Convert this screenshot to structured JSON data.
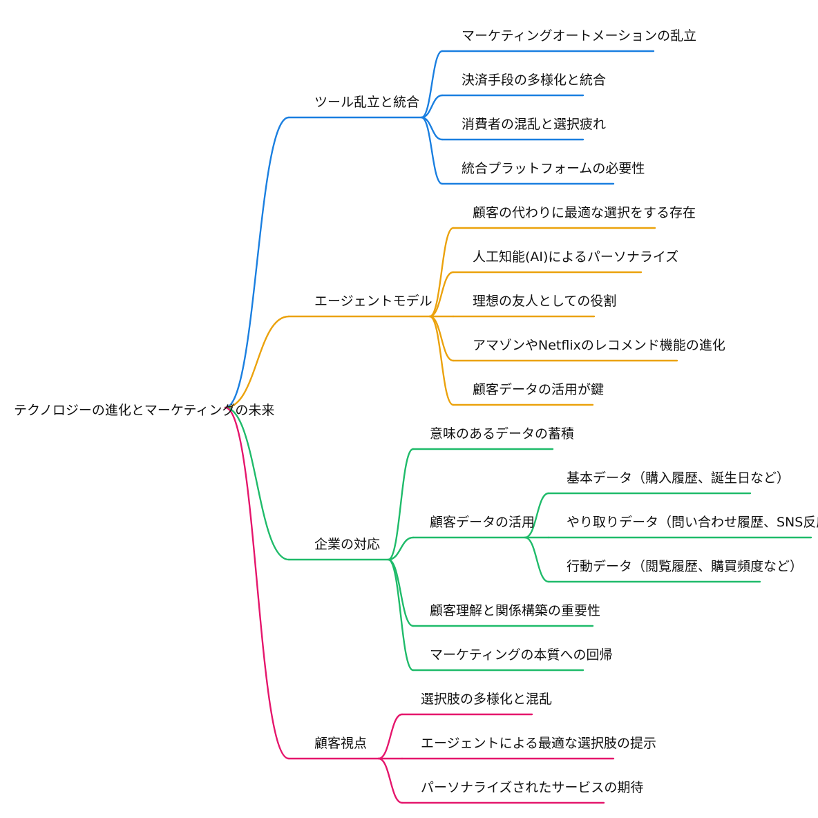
{
  "root": {
    "label": "テクノロジーの進化とマーケティングの未来"
  },
  "branches": [
    {
      "label": "ツール乱立と統合",
      "color": "#1a7fe0",
      "children": [
        {
          "label": "マーケティングオートメーションの乱立"
        },
        {
          "label": "決済手段の多様化と統合"
        },
        {
          "label": "消費者の混乱と選択疲れ"
        },
        {
          "label": "統合プラットフォームの必要性"
        }
      ]
    },
    {
      "label": "エージェントモデル",
      "color": "#eba20c",
      "children": [
        {
          "label": "顧客の代わりに最適な選択をする存在"
        },
        {
          "label": "人工知能(AI)によるパーソナライズ"
        },
        {
          "label": "理想の友人としての役割"
        },
        {
          "label": "アマゾンやNetflixのレコメンド機能の進化"
        },
        {
          "label": "顧客データの活用が鍵"
        }
      ]
    },
    {
      "label": "企業の対応",
      "color": "#1fbb6a",
      "children": [
        {
          "label": "意味のあるデータの蓄積"
        },
        {
          "label": "顧客データの活用",
          "children": [
            {
              "label": "基本データ（購入履歴、誕生日など）"
            },
            {
              "label": "やり取りデータ（問い合わせ履歴、SNS反応など）"
            },
            {
              "label": "行動データ（閲覧履歴、購買頻度など）"
            }
          ]
        },
        {
          "label": "顧客理解と関係構築の重要性"
        },
        {
          "label": "マーケティングの本質への回帰"
        }
      ]
    },
    {
      "label": "顧客視点",
      "color": "#e5166c",
      "children": [
        {
          "label": "選択肢の多様化と混乱"
        },
        {
          "label": "エージェントによる最適な選択肢の提示"
        },
        {
          "label": "パーソナライズされたサービスの期待"
        }
      ]
    }
  ]
}
